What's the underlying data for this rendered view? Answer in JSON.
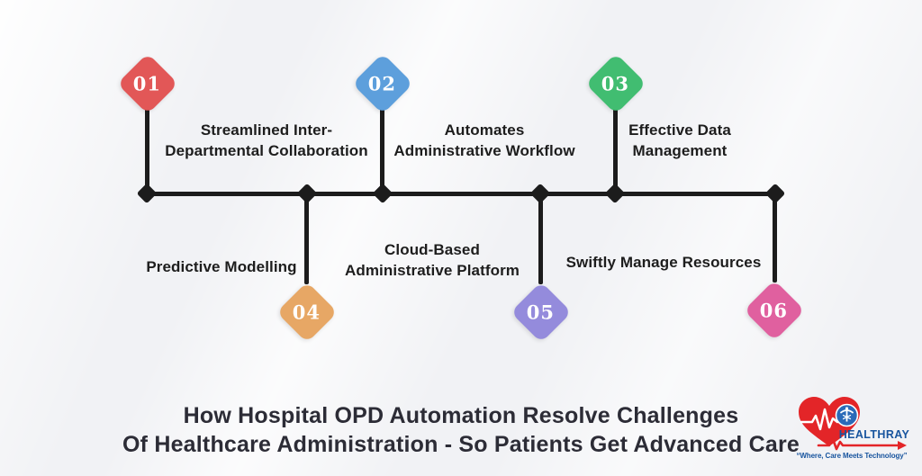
{
  "page": {
    "title_line1": "How Hospital OPD Automation Resolve Challenges",
    "title_line2": "Of Healthcare Administration - So Patients Get Advanced Care",
    "title_color": "#2c2c36"
  },
  "timeline": {
    "line_color": "#1c1c1c",
    "label_color": "#1d1d1d",
    "items": [
      {
        "number": "01",
        "color": "#e25757",
        "side": "top",
        "label": "Streamlined Inter-Departmental Collaboration",
        "label_lines": [
          "Streamlined Inter-",
          "Departmental Collaboration"
        ]
      },
      {
        "number": "02",
        "color": "#5d9fdc",
        "side": "top",
        "label": "Automates Administrative Workflow",
        "label_lines": [
          "Automates",
          "Administrative Workflow"
        ]
      },
      {
        "number": "03",
        "color": "#41bd71",
        "side": "top",
        "label": "Effective Data Management",
        "label_lines": [
          "Effective Data",
          "Management"
        ]
      },
      {
        "number": "04",
        "color": "#e7a765",
        "side": "bottom",
        "label": "Predictive Modelling",
        "label_lines": [
          "Predictive Modelling"
        ]
      },
      {
        "number": "05",
        "color": "#948bdc",
        "side": "bottom",
        "label": "Cloud-Based Administrative Platform",
        "label_lines": [
          "Cloud-Based",
          "Administrative Platform"
        ]
      },
      {
        "number": "06",
        "color": "#e0609f",
        "side": "bottom",
        "label": "Swiftly Manage Resources",
        "label_lines": [
          "Swiftly Manage Resources"
        ]
      }
    ]
  },
  "logo": {
    "name": "HEALTHRAY",
    "tagline": "“Where, Care Meets Technology”",
    "heart_color": "#e32528",
    "circle_color": "#2a6ab8",
    "text_color": "#17549e",
    "icons": [
      "heart-icon",
      "ekg-line-icon",
      "caduceus-badge-icon",
      "ekg-arrow-icon"
    ]
  }
}
